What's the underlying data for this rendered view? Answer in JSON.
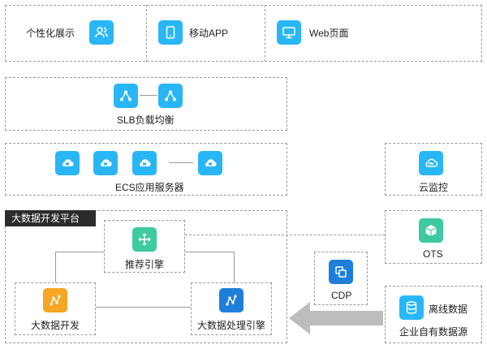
{
  "top": {
    "personal": "个性化展示",
    "mobile": "移动APP",
    "web": "Web页面"
  },
  "slb": {
    "label": "SLB负载均衡"
  },
  "ecs": {
    "label": "ECS应用服务器"
  },
  "monitor": {
    "label": "云监控"
  },
  "platform": {
    "title": "大数据开发平台",
    "recommend": "推荐引擎",
    "dev": "大数据开发",
    "engine": "大数据处理引擎"
  },
  "ots": {
    "label": "OTS"
  },
  "cdp": {
    "label": "CDP"
  },
  "source": {
    "offline": "离线数据",
    "own": "企业自有数据源"
  },
  "colors": {
    "cyan": "#29b6f6",
    "blue": "#1e7fdb",
    "orange": "#f5a623",
    "green": "#3ec9a0",
    "arrow": "#bdbdbd",
    "platform_title_bg": "#2c2c2c"
  }
}
